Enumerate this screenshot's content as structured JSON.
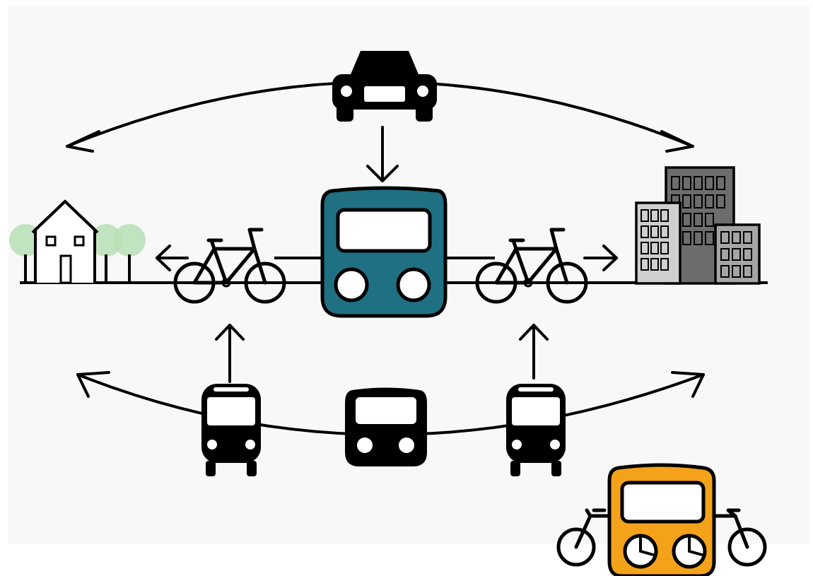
{
  "diagram": {
    "nodes": [
      {
        "id": "car",
        "icon": "car-icon"
      },
      {
        "id": "train-main",
        "icon": "train-icon",
        "color": "#1f7083"
      },
      {
        "id": "bike-left",
        "icon": "bicycle-icon"
      },
      {
        "id": "bike-right",
        "icon": "bicycle-icon"
      },
      {
        "id": "house",
        "icon": "house-icon"
      },
      {
        "id": "trees",
        "icon": "tree-icon",
        "color": "#b9dfb5"
      },
      {
        "id": "city",
        "icon": "city-buildings-icon",
        "colors": [
          "#6d6d6d",
          "#cfcfcf",
          "#a5a5a5"
        ]
      },
      {
        "id": "bus-left",
        "icon": "bus-icon"
      },
      {
        "id": "train-bottom",
        "icon": "train-icon",
        "color": "#000000"
      },
      {
        "id": "bus-right",
        "icon": "bus-icon"
      },
      {
        "id": "bike-train-logo",
        "icon": "bike-train-logo-icon",
        "color": "#f4a21a"
      }
    ],
    "edges": [
      {
        "from": "car",
        "to": "house",
        "kind": "arc-arrow"
      },
      {
        "from": "car",
        "to": "city",
        "kind": "arc-arrow"
      },
      {
        "from": "car",
        "to": "train-main",
        "kind": "arrow"
      },
      {
        "from": "bike-left",
        "to": "house",
        "kind": "arrow"
      },
      {
        "from": "bike-right",
        "to": "city",
        "kind": "arrow"
      },
      {
        "from": "bus-left",
        "to": "bike-left",
        "kind": "arrow"
      },
      {
        "from": "bus-right",
        "to": "bike-right",
        "kind": "arrow"
      },
      {
        "from": "train-bottom",
        "to": "house",
        "kind": "arc-arrow"
      },
      {
        "from": "train-bottom",
        "to": "city",
        "kind": "arc-arrow"
      }
    ],
    "colors": {
      "panel": "#f8f8f8",
      "stroke": "#000000"
    }
  }
}
